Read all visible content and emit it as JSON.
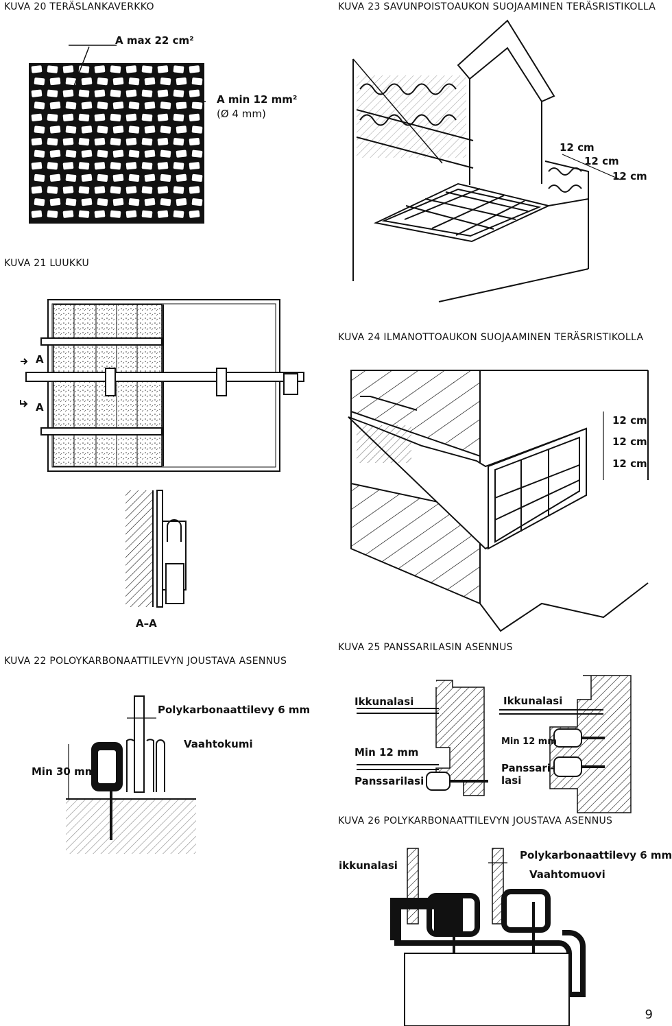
{
  "captions": {
    "k20": "KUVA 20  TERÄSLANKAVERKKO",
    "k21": "KUVA 21  LUUKKU",
    "k22": "KUVA 22  POLOYKARBONAATTILEVYN JOUSTAVA ASENNUS",
    "k23": "KUVA 23  SAVUNPOISTOAUKON SUOJAAMINEN TERÄSRISTIKOLLA",
    "k24": "KUVA 24  ILMANOTTOAUKON SUOJAAMINEN TERÄSRISTIKOLLA",
    "k25": "KUVA 25  PANSSARILASIN ASENNUS",
    "k26": "KUVA 26  POLYKARBONAATTILEVYN JOUSTAVA ASENNUS"
  },
  "k20": {
    "amax": "A max 22 cm²",
    "amin": "A min 12 mm²",
    "dia": "(Ø 4 mm)"
  },
  "k21": {
    "a_top": "A",
    "a_bottom": "A",
    "section": "A–A"
  },
  "k22": {
    "sheet": "Polykarbonaattilevy 6 mm",
    "foam": "Vaahtokumi",
    "min": "Min 30 mm"
  },
  "k23": {
    "d1": "12 cm",
    "d2": "12 cm",
    "d3": "12 cm"
  },
  "k24": {
    "d1": "12 cm",
    "d2": "12 cm",
    "d3": "12 cm"
  },
  "k25": {
    "glass_left": "Ikkunalasi",
    "glass_right": "Ikkunalasi",
    "min_left": "Min 12 mm",
    "min_right": "Min 12 mm",
    "armor_left": "Panssarilasi",
    "armor_right_1": "Panssari-",
    "armor_right_2": "lasi"
  },
  "k26": {
    "glass": "ikkunalasi",
    "sheet": "Polykarbonaattilevy 6 mm",
    "foam": "Vaahtomuovi"
  },
  "page_number": "9"
}
